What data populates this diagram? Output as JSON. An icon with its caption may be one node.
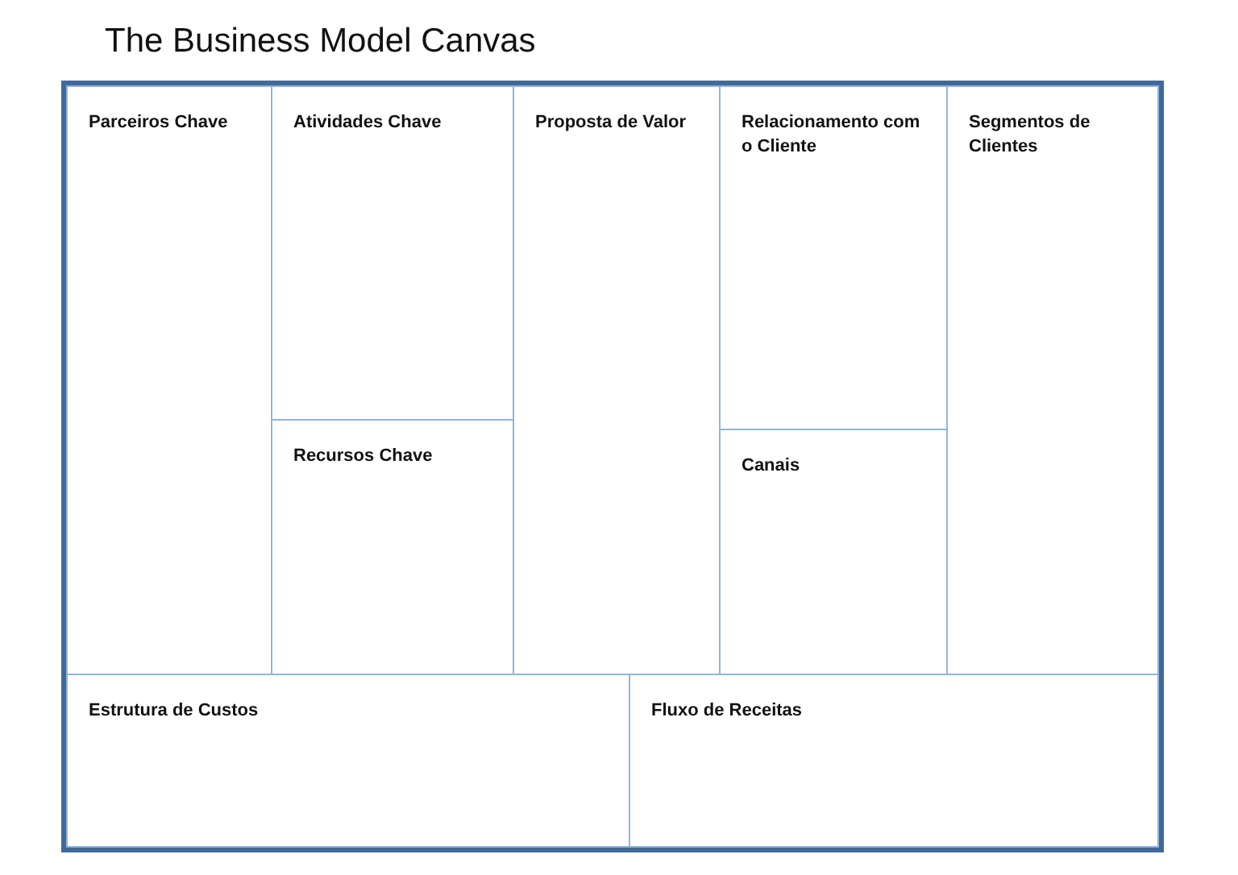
{
  "diagram": {
    "title": "The Business Model Canvas",
    "nodes": [
      {
        "text": [
          "Parceiros Chave"
        ]
      },
      {
        "text": [
          "Atividades Chave"
        ]
      },
      {
        "text": [
          "Recursos Chave"
        ]
      },
      {
        "text": [
          "Proposta de Valor"
        ]
      },
      {
        "text": [
          "Relacionamento com o Cliente"
        ]
      },
      {
        "text": [
          "Canais"
        ]
      },
      {
        "text": [
          "Segmentos de Clientes"
        ]
      },
      {
        "text": [
          "Estrutura de Custos"
        ]
      },
      {
        "text": [
          "Fluxo de Receitas"
        ]
      }
    ]
  }
}
